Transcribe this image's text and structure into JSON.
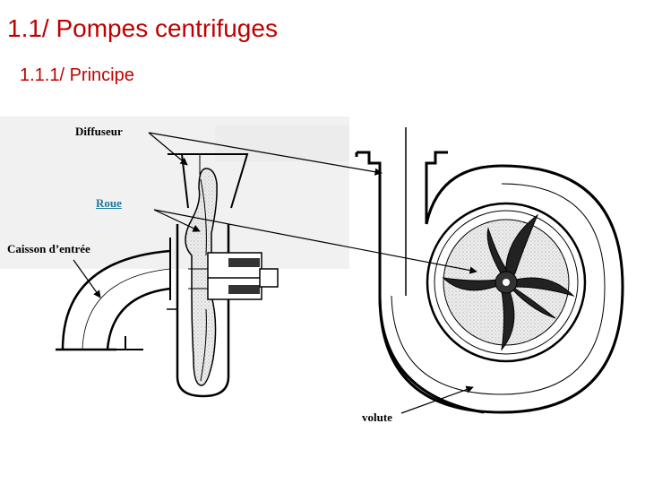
{
  "header": {
    "title": "1.1/ Pompes centrifuges",
    "subtitle": "1.1.1/ Principe"
  },
  "labels": {
    "diffuseur": "Diffuseur",
    "roue": "Roue",
    "caisson": "Caisson d’entrée",
    "volute": "volute"
  },
  "colors": {
    "title": "#c00000",
    "link": "#1f7a9c"
  }
}
